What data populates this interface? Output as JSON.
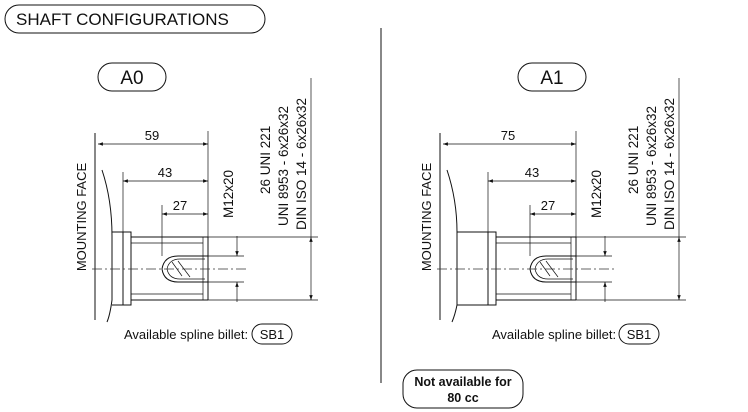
{
  "header": {
    "title": "SHAFT CONFIGURATIONS"
  },
  "diagrams": [
    {
      "code": "A0",
      "dims": {
        "overall": "59",
        "spline": "43",
        "thread_depth": "27"
      },
      "thread": "M12x20",
      "specs": [
        "26 UNI 221",
        "UNI 8953 - 6x26x32",
        "DIN ISO 14 - 6x26x32"
      ],
      "face_label": "MOUNTING FACE",
      "billet_label": "Available spline billet:",
      "billet_code": "SB1"
    },
    {
      "code": "A1",
      "dims": {
        "overall": "75",
        "spline": "43",
        "thread_depth": "27"
      },
      "thread": "M12x20",
      "specs": [
        "26 UNI 221",
        "UNI 8953 - 6x26x32",
        "DIN ISO 14 - 6x26x32"
      ],
      "face_label": "MOUNTING FACE",
      "billet_label": "Available spline billet:",
      "billet_code": "SB1"
    }
  ],
  "note": {
    "line1": "Not available for",
    "line2": "80 cc"
  }
}
